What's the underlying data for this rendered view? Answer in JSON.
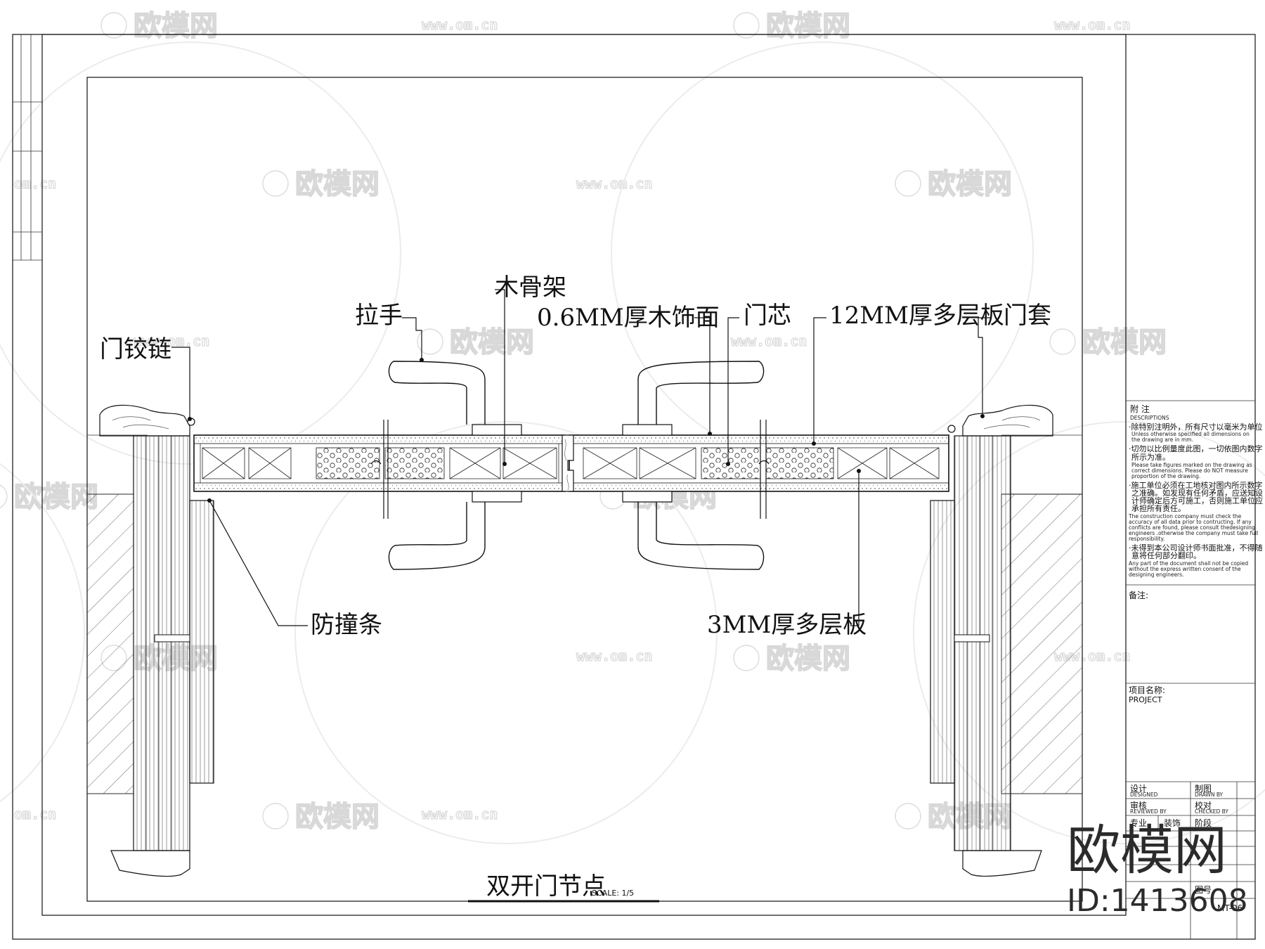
{
  "labels": {
    "wood_frame": "木骨架",
    "handle": "拉手",
    "veneer": "0.6MM厚木饰面",
    "door_core": "门芯",
    "plywood_12": "12MM厚多层板",
    "door_casing": "门套",
    "hinge": "门铰链",
    "bump_strip": "防撞条",
    "plywood_3": "3MM厚多层板"
  },
  "drawing": {
    "title": "双开门节点",
    "scale": "SCALE: 1/5"
  },
  "title_block": {
    "notes_title_cn": "附 注",
    "notes_title_en": "DESCRIPTIONS",
    "note1_cn": "·除特别注明外，所有尺寸以毫米为单位",
    "note1_en_a": "Unless otherwise specified all dimensions on",
    "note1_en_b": "the drawing are in mm.",
    "note2_cn_a": "·切勿以比例量度此图，一切依图内数字",
    "note2_cn_b": "所示为准。",
    "note2_en_a": "Please take figures marked on the drawing as",
    "note2_en_b": "correct dimensions. Please do NOT measure",
    "note2_en_c": "proportion of the drawing.",
    "note3_cn_a": "·施工单位必须在工地核对图内所示数字",
    "note3_cn_b": "之准确。如发现有任何矛盾，应送知设",
    "note3_cn_c": "计师确定后方可施工，否则施工单位应",
    "note3_cn_d": "承担所有责任。",
    "note3_en_a": "The construction company must check the",
    "note3_en_b": "accuracy of all data prior to contructing. If any",
    "note3_en_c": "conflicts are found, please consult thedesigning",
    "note3_en_d": "engineers .otherwise the company must take full",
    "note3_en_e": "responsibility.",
    "note4_cn_a": "·未得到本公司设计师书面批准，不得随",
    "note4_cn_b": "意将任何部分翻印。",
    "note4_en_a": "Any part of the document shall not be copied",
    "note4_en_b": "without the express written consent of the",
    "note4_en_c": "designing engineers.",
    "remarks": "备注:",
    "project_cn": "项目名称:",
    "project_en": "PROJECT",
    "design_cn": "设计",
    "design_en": "DESIGNED",
    "drawn_cn": "制图",
    "drawn_en": "DRAWN BY",
    "review_cn": "审核",
    "review_en": "REVIEWED BY",
    "check_cn": "校对",
    "check_en": "CHECKED BY",
    "discipline": "专业",
    "discipline_val": "装饰",
    "stage": "阶段",
    "sheet_no": "图号",
    "sheet_val": "MT-06"
  },
  "watermark": {
    "brand": "欧模网",
    "url": "www.om.cn",
    "url_short": "om.cn",
    "brand_big": "欧模网",
    "id_text": "ID:1413608"
  },
  "colors": {
    "line": "#111111",
    "watermark": "#d8d8d8",
    "brand_dark": "#2b2b2b"
  }
}
